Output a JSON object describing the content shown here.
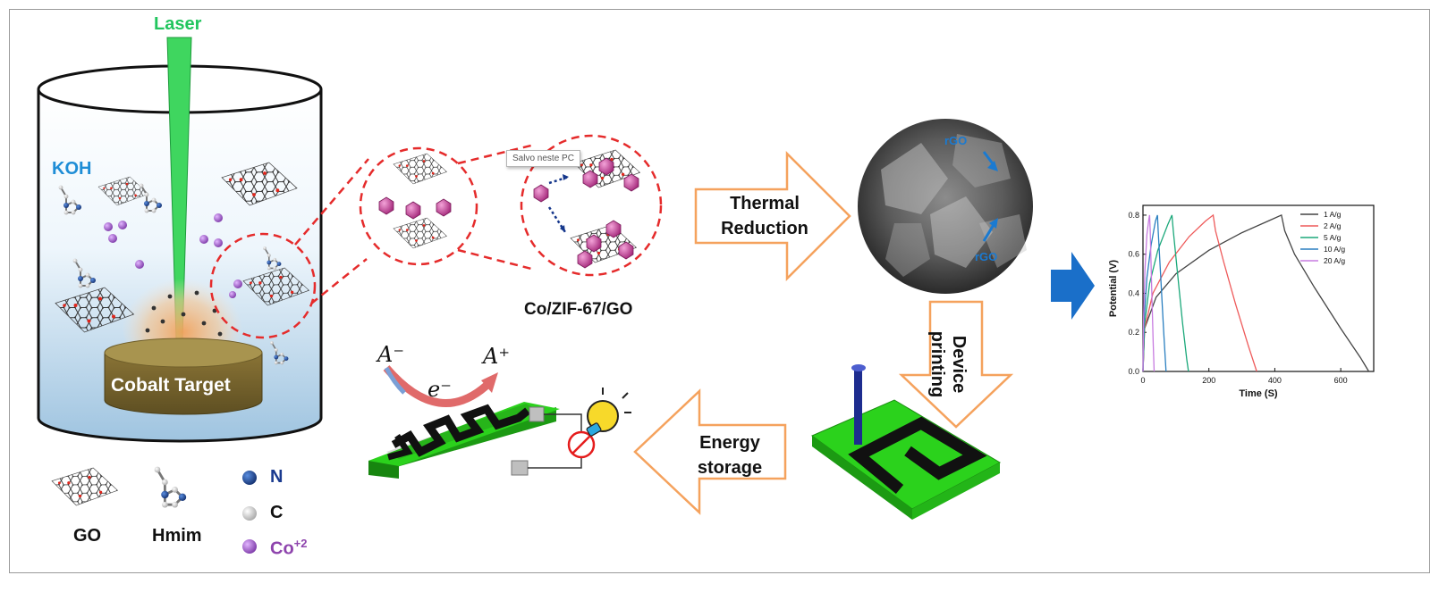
{
  "labels": {
    "laser": "Laser",
    "koh": "KOH",
    "cobalt_target": "Cobalt Target",
    "composite": "Co/ZIF-67/GO",
    "tooltip": "Salvo neste PC",
    "thermal_line1": "Thermal",
    "thermal_line2": "Reduction",
    "device_line1": "Device",
    "device_line2": "printing",
    "energy_line1": "Energy",
    "energy_line2": "storage",
    "rgo_top": "rGO",
    "rgo_bottom": "rGO",
    "anion": "A⁻",
    "electron": "e⁻",
    "cation": "A⁺"
  },
  "legend": {
    "go": "GO",
    "hmim": "Hmim",
    "n": "N",
    "c": "C",
    "co": "Co",
    "co_charge": "+2"
  },
  "colors": {
    "laser": "#22c55e",
    "koh": "#1f8dd6",
    "co_ion": "#9b59b6",
    "dashed_circle": "#e52b2b",
    "arrow_outline": "#f5a25d",
    "board_green": "#2bd21c",
    "blue_arrow": "#1a6fc9"
  },
  "chart_data": {
    "type": "line",
    "xlabel": "Time (S)",
    "ylabel": "Potential (V)",
    "xlim": [
      0,
      700
    ],
    "ylim": [
      0,
      0.85
    ],
    "xticks": [
      "0",
      "200",
      "400",
      "600"
    ],
    "yticks": [
      "0.0",
      "0.2",
      "0.4",
      "0.6",
      "0.8"
    ],
    "legend_position": "top-right",
    "series": [
      {
        "name": "1 A/g",
        "color": "#444444",
        "x": [
          0,
          5,
          40,
          100,
          200,
          300,
          380,
          420,
          430,
          460,
          520,
          600,
          660,
          685
        ],
        "y": [
          0,
          0.22,
          0.38,
          0.5,
          0.62,
          0.71,
          0.77,
          0.8,
          0.72,
          0.6,
          0.43,
          0.22,
          0.07,
          0
        ]
      },
      {
        "name": "2 A/g",
        "color": "#ee5a5a",
        "x": [
          0,
          5,
          30,
          80,
          140,
          190,
          213,
          220,
          245,
          280,
          320,
          345
        ],
        "y": [
          0,
          0.22,
          0.4,
          0.56,
          0.69,
          0.77,
          0.8,
          0.72,
          0.56,
          0.35,
          0.13,
          0
        ]
      },
      {
        "name": "5 A/g",
        "color": "#1ba87a",
        "x": [
          0,
          5,
          20,
          45,
          75,
          88,
          92,
          105,
          120,
          133,
          138
        ],
        "y": [
          0,
          0.24,
          0.45,
          0.62,
          0.75,
          0.8,
          0.72,
          0.5,
          0.25,
          0.06,
          0
        ]
      },
      {
        "name": "10 A/g",
        "color": "#2a7fc0",
        "x": [
          0,
          3,
          12,
          25,
          38,
          44,
          46,
          54,
          63,
          70
        ],
        "y": [
          0,
          0.25,
          0.48,
          0.65,
          0.77,
          0.8,
          0.72,
          0.48,
          0.2,
          0
        ]
      },
      {
        "name": "20 A/g",
        "color": "#c77be0",
        "x": [
          0,
          2,
          6,
          12,
          18,
          20,
          22,
          26,
          31,
          34
        ],
        "y": [
          0,
          0.28,
          0.52,
          0.7,
          0.78,
          0.8,
          0.72,
          0.45,
          0.15,
          0
        ]
      }
    ]
  }
}
